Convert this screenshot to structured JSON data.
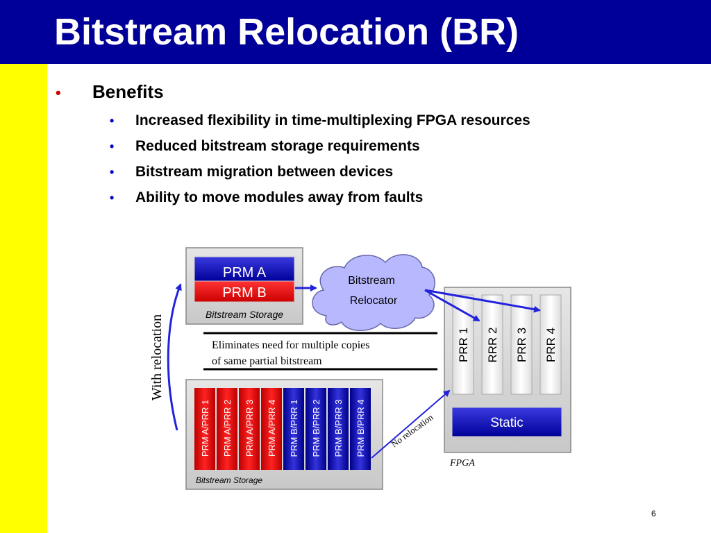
{
  "slide": {
    "title": "Bitstream Relocation (BR)",
    "page_number": "6"
  },
  "bullets": {
    "heading": "Benefits",
    "items": [
      "Increased flexibility in time-multiplexing FPGA resources",
      "Reduced bitstream storage requirements",
      "Bitstream migration between devices",
      "Ability to move modules away from faults"
    ]
  },
  "diagram": {
    "top_storage": {
      "prm_a": "PRM A",
      "prm_b": "PRM B",
      "label": "Bitstream Storage"
    },
    "relocator": {
      "line1": "Bitstream",
      "line2": "Relocator"
    },
    "fpga": {
      "regions": [
        "PRR 1",
        "RRR 2",
        "PRR 3",
        "PRR 4"
      ],
      "static": "Static",
      "label": "FPGA"
    },
    "note": {
      "line1": "Eliminates need for multiple copies",
      "line2": "of same partial bitstream"
    },
    "bottom_storage": {
      "bars": [
        "PRM A/PRR 1",
        "PRM A/PRR 2",
        "PRM A/PRR 3",
        "PRM A/PRR 4",
        "PRM B/PRR 1",
        "PRM B/PRR 2",
        "PRM B/PRR 3",
        "PRM B/PRR 4"
      ],
      "label": "Bitstream Storage"
    },
    "with_relocation": "With relocation",
    "no_relocation": "No relocation"
  },
  "colors": {
    "header_bg": "#000099",
    "sidebar_bg": "#ffff00",
    "prm_a": "#dd0000",
    "prm_b": "#000099",
    "arrow": "#2222dd",
    "cloud": "#b8b8ff"
  }
}
